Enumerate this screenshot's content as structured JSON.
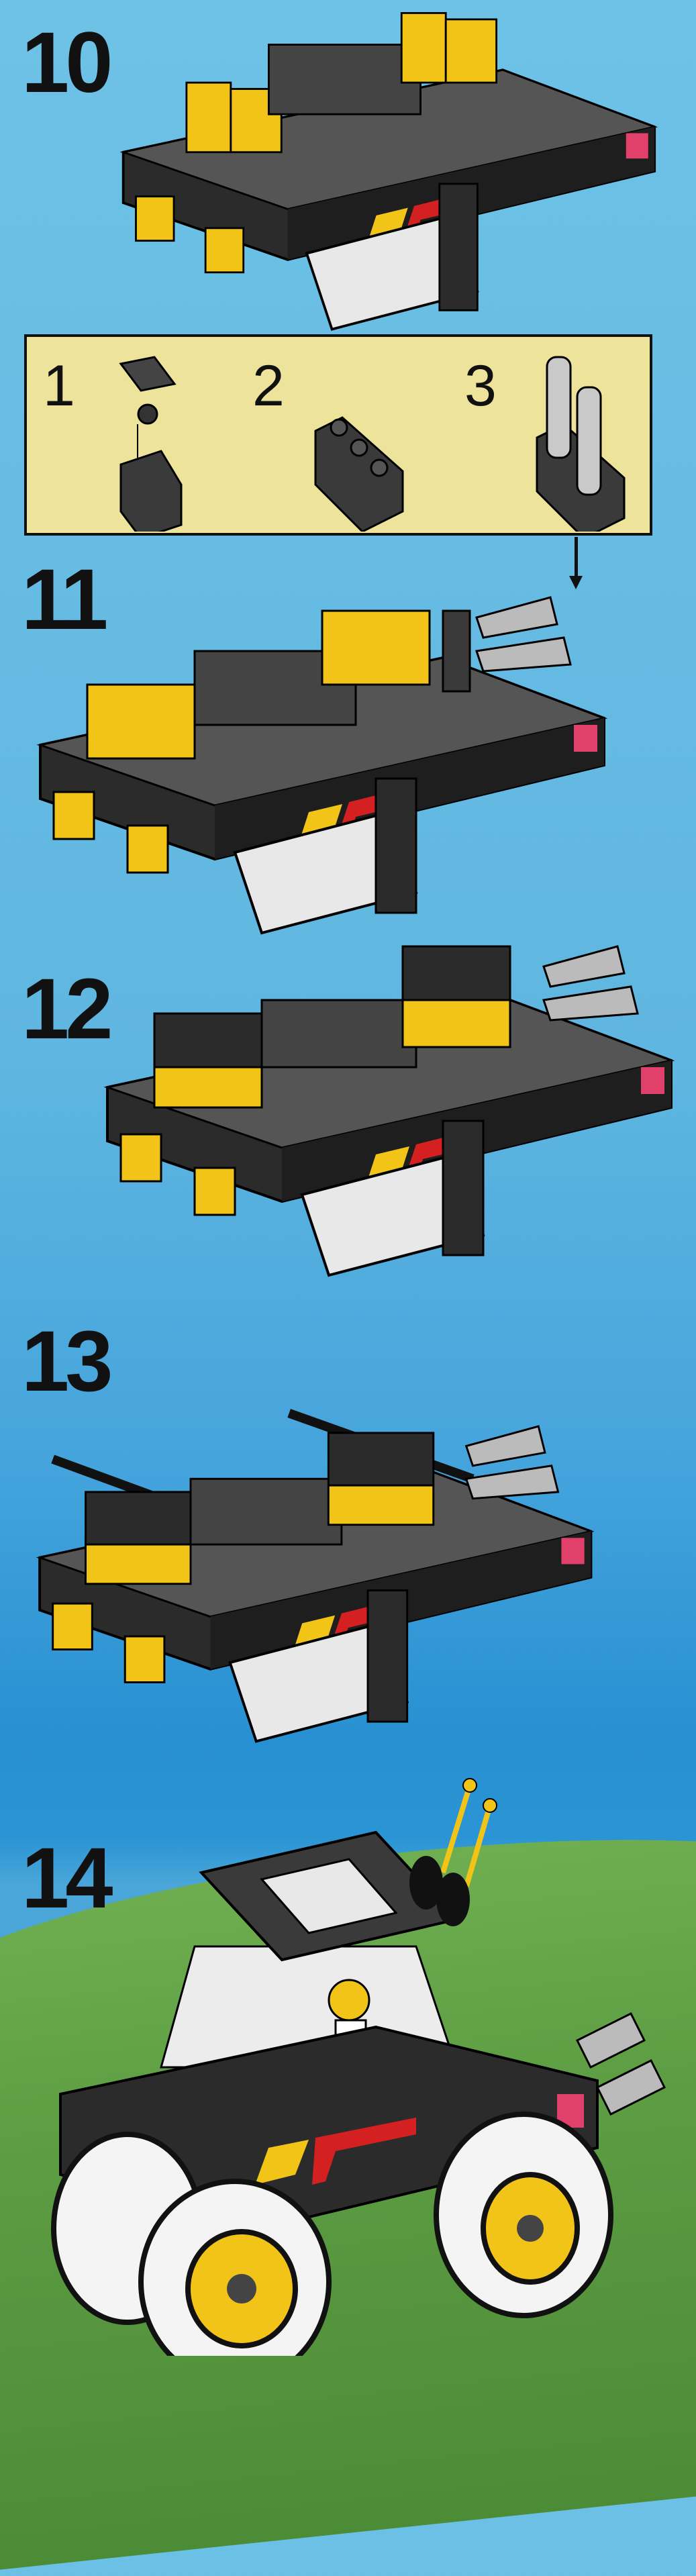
{
  "steps": [
    {
      "number": "10"
    },
    {
      "number": "11"
    },
    {
      "number": "12"
    },
    {
      "number": "13"
    },
    {
      "number": "14"
    }
  ],
  "substeps": {
    "items": [
      {
        "number": "1"
      },
      {
        "number": "2"
      },
      {
        "number": "3"
      }
    ]
  },
  "colors": {
    "sky": "#5fb6e0",
    "sea": "#2790d2",
    "grass": "#5c9c42",
    "substep_box": "#ede39b",
    "brick_black": "#2a2a2a",
    "brick_yellow": "#f2c418",
    "brick_gray": "#8a8a8a",
    "accent_red": "#d42020",
    "accent_pink": "#e0406a"
  }
}
